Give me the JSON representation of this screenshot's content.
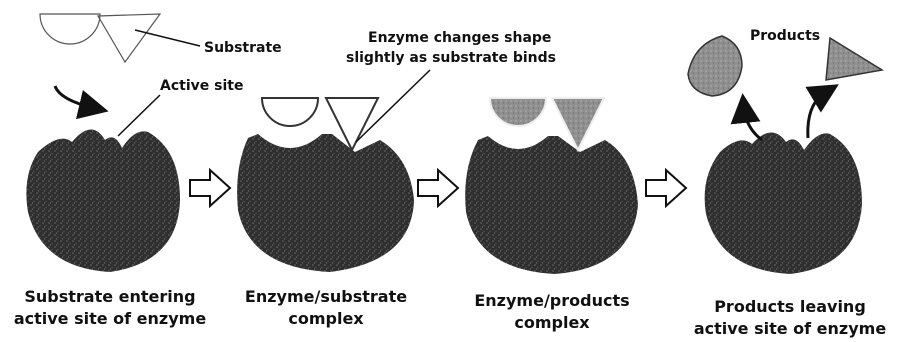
{
  "labels": {
    "substrate": "Substrate",
    "active_site": "Active site",
    "shape_change_line1": "Enzyme changes shape",
    "shape_change_line2": "slightly as substrate binds",
    "products": "Products"
  },
  "captions": [
    {
      "line1": "Substrate entering",
      "line2": "active site of enzyme"
    },
    {
      "line1": "Enzyme/substrate",
      "line2": "complex"
    },
    {
      "line1": "Enzyme/products",
      "line2": "complex"
    },
    {
      "line1": "Products leaving",
      "line2": "active site of enzyme"
    }
  ],
  "colors": {
    "enzyme": "#2f2f2f",
    "enzyme_speckle": "#6a6a6a",
    "product": "#8f8f8f",
    "arrow_fill": "#ffffff",
    "ink": "#111111"
  }
}
